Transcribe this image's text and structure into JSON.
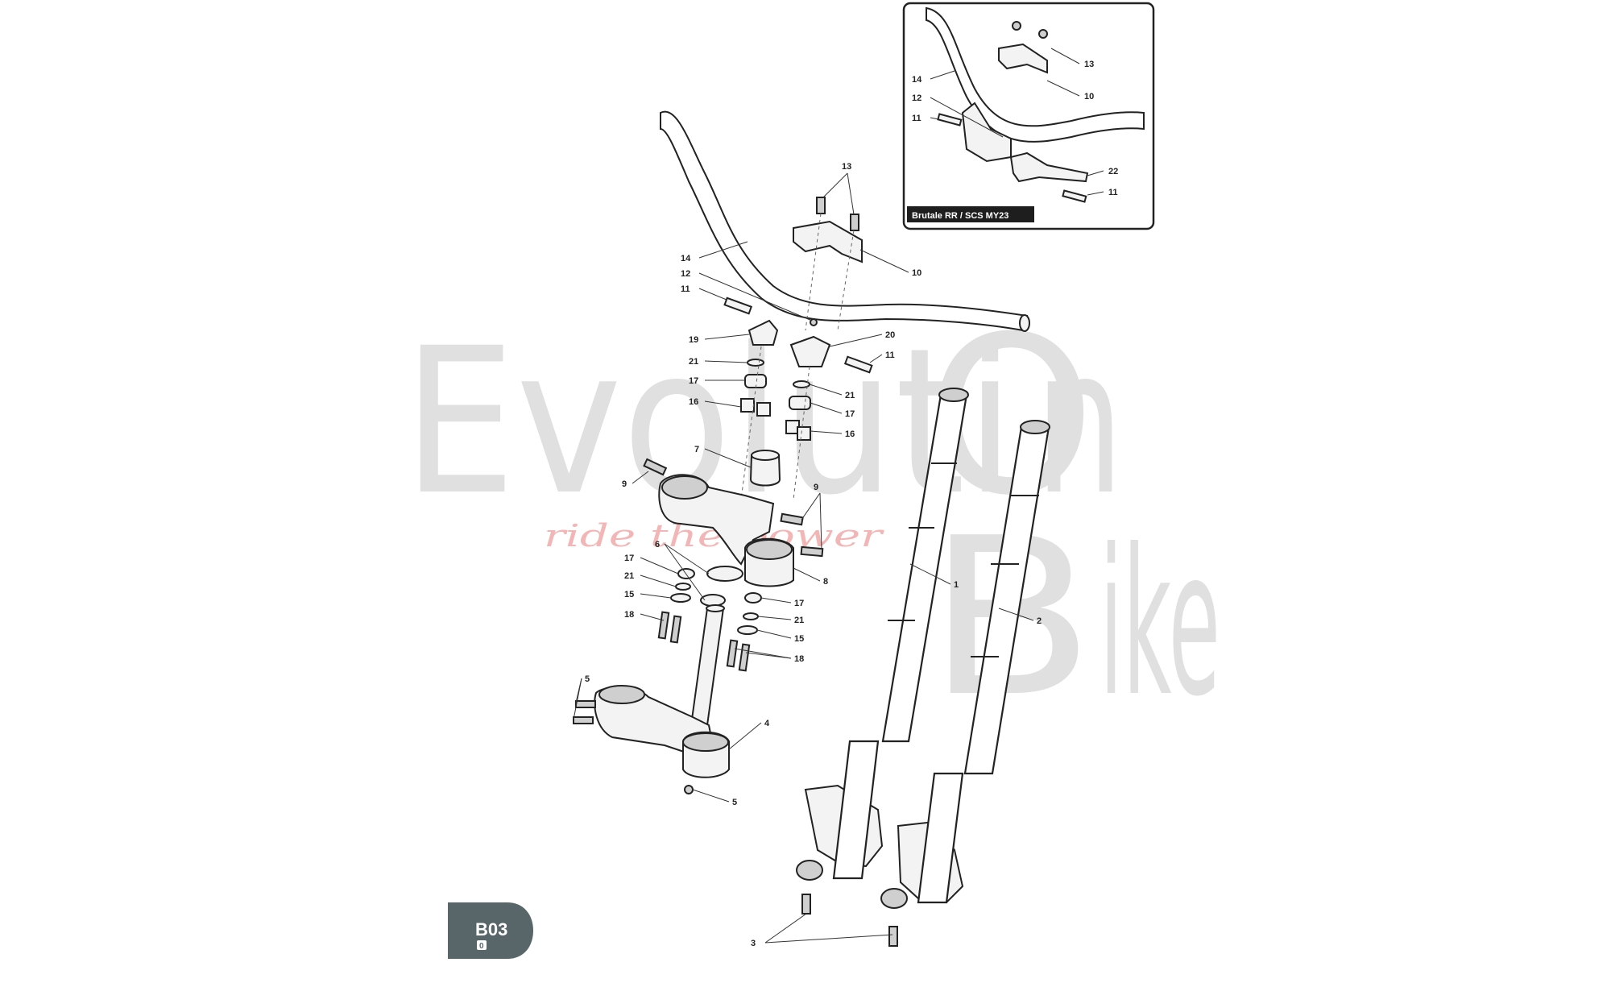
{
  "watermark": {
    "letters_top": "Evoluti",
    "letter_o": "O",
    "letter_n": "n",
    "letter_b": "B",
    "letters_bottom": "ike",
    "tagline": "ride the power"
  },
  "inset": {
    "label": "Brutale RR / SCS MY23",
    "callouts": {
      "c13": "13",
      "c14": "14",
      "c10": "10",
      "c12": "12",
      "c11a": "11",
      "c22": "22",
      "c11b": "11"
    }
  },
  "main_callouts": {
    "c13": "13",
    "c14": "14",
    "c10": "10",
    "c12": "12",
    "c11a": "11",
    "c19": "19",
    "c20": "20",
    "c11b": "11",
    "c21a": "21",
    "c17a": "17",
    "c16a": "16",
    "c21b": "21",
    "c17b": "17",
    "c16b": "16",
    "c7": "7",
    "c9a": "9",
    "c9b": "9",
    "c6": "6",
    "c8": "8",
    "c17c": "17",
    "c21c": "21",
    "c15a": "15",
    "c18a": "18",
    "c17d": "17",
    "c21d": "21",
    "c15b": "15",
    "c18b": "18",
    "c5a": "5",
    "c4": "4",
    "c5b": "5",
    "c1": "1",
    "c2": "2",
    "c3": "3"
  },
  "badge": {
    "code": "B03",
    "revision": "0"
  }
}
